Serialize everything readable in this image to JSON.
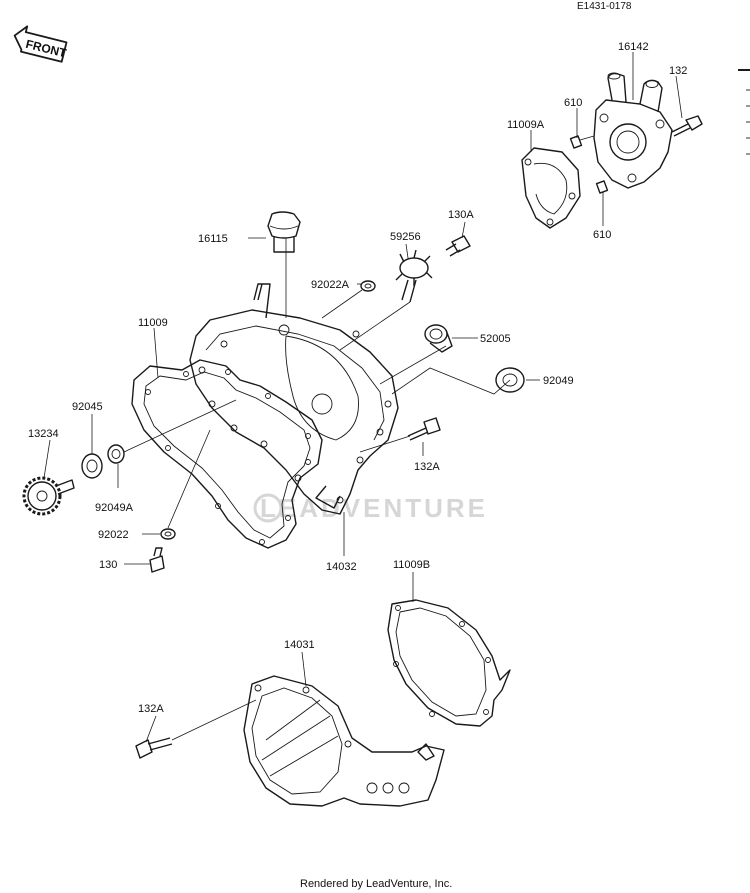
{
  "diagram_code": "E1431-0178",
  "front_label": "FRONT",
  "watermark": "LEADVENTURE",
  "footer": "Rendered by LeadVenture, Inc.",
  "parts": [
    {
      "id": "16142",
      "label": "16142"
    },
    {
      "id": "132",
      "label": "132"
    },
    {
      "id": "610a",
      "label": "610"
    },
    {
      "id": "11009A",
      "label": "11009A"
    },
    {
      "id": "610b",
      "label": "610"
    },
    {
      "id": "130A",
      "label": "130A"
    },
    {
      "id": "16115",
      "label": "16115"
    },
    {
      "id": "59256",
      "label": "59256"
    },
    {
      "id": "92022A",
      "label": "92022A"
    },
    {
      "id": "11009",
      "label": "11009"
    },
    {
      "id": "52005",
      "label": "52005"
    },
    {
      "id": "92049",
      "label": "92049"
    },
    {
      "id": "92045",
      "label": "92045"
    },
    {
      "id": "13234",
      "label": "13234"
    },
    {
      "id": "132Aa",
      "label": "132A"
    },
    {
      "id": "92049A",
      "label": "92049A"
    },
    {
      "id": "92022",
      "label": "92022"
    },
    {
      "id": "130",
      "label": "130"
    },
    {
      "id": "14032",
      "label": "14032"
    },
    {
      "id": "11009B",
      "label": "11009B"
    },
    {
      "id": "14031",
      "label": "14031"
    },
    {
      "id": "132Ab",
      "label": "132A"
    }
  ]
}
